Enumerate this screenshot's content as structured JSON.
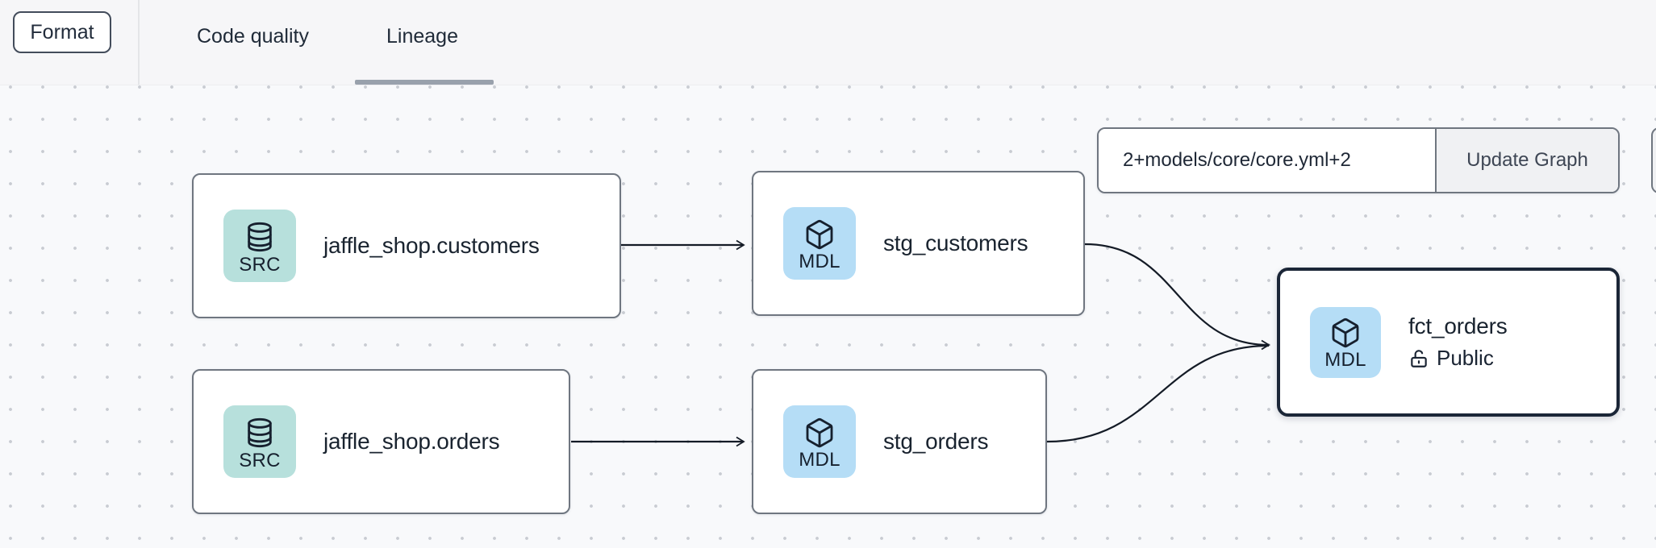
{
  "toolbar": {
    "format_label": "Format"
  },
  "tabs": {
    "code_quality": "Code quality",
    "lineage": "Lineage",
    "active_tab": "Lineage"
  },
  "lineage_controls": {
    "selector_value": "2+models/core/core.yml+2",
    "update_button": "Update Graph"
  },
  "graph": {
    "nodes": [
      {
        "title": "jaffle_shop.customers",
        "badge": "SRC",
        "kind": "source",
        "icon": "database-icon",
        "selected": false
      },
      {
        "title": "stg_customers",
        "badge": "MDL",
        "kind": "model",
        "icon": "cube-icon",
        "selected": false
      },
      {
        "title": "jaffle_shop.orders",
        "badge": "SRC",
        "kind": "source",
        "icon": "database-icon",
        "selected": false
      },
      {
        "title": "stg_orders",
        "badge": "MDL",
        "kind": "model",
        "icon": "cube-icon",
        "selected": false
      },
      {
        "title": "fct_orders",
        "badge": "MDL",
        "kind": "model",
        "icon": "cube-icon",
        "access": "Public",
        "selected": true
      }
    ],
    "edges": [
      {
        "from": "jaffle_shop.customers",
        "to": "stg_customers"
      },
      {
        "from": "jaffle_shop.orders",
        "to": "stg_orders"
      },
      {
        "from": "stg_customers",
        "to": "fct_orders"
      },
      {
        "from": "stg_orders",
        "to": "fct_orders"
      }
    ]
  },
  "colors": {
    "canvas-bg": "#f8f9fb",
    "topbar-bg": "#f6f6f8",
    "dot": "#c9ccd2",
    "node-border": "#6f7680",
    "node-title": "#19232f",
    "selected-border": "#1b2637",
    "edge": "#141b26",
    "src-badge-bg": "#b7e0dc",
    "mdl-badge-bg": "#b5ddf6",
    "badge-glyph": "#16202e",
    "tab-underline": "#99a1ac",
    "button-bg": "#f0f1f3",
    "button-text": "#3e4654"
  }
}
